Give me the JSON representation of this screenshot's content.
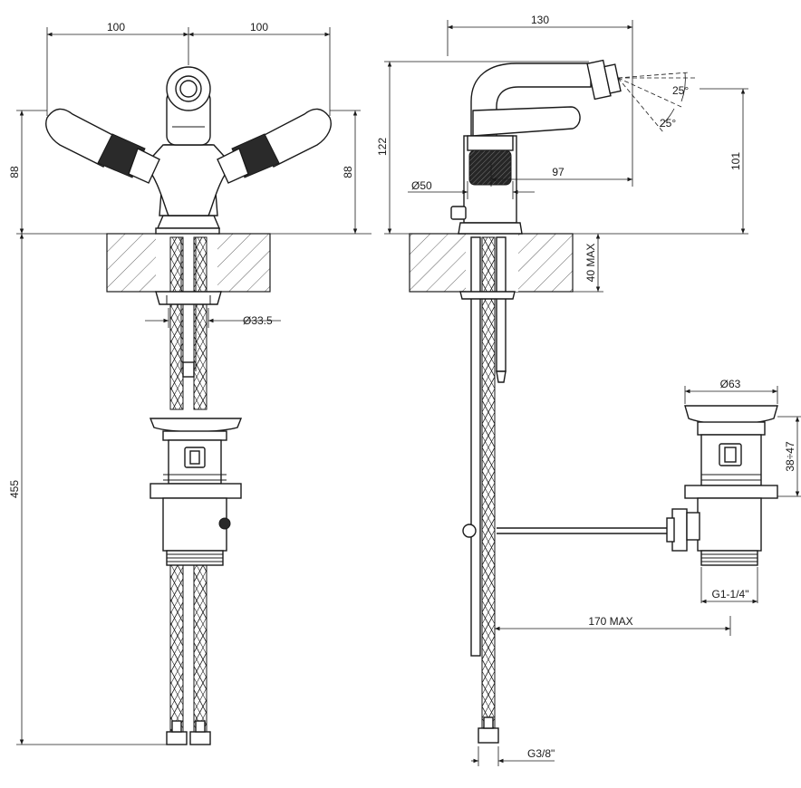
{
  "dimensions": {
    "front_left_width": "100",
    "front_right_width": "100",
    "front_left_height": "88",
    "front_right_height": "88",
    "front_total_length": "455",
    "pipe_diameter": "Ø33.5",
    "side_spout_reach": "130",
    "side_height": "122",
    "side_nozzle_height": "101",
    "side_nozzle_reach": "97",
    "side_base_diameter": "Ø50",
    "spray_angle_upper": "25°",
    "spray_angle_lower": "25°",
    "counter_thickness_max": "40 MAX",
    "waste_diameter": "Ø63",
    "waste_height_range": "38÷47",
    "waste_thread": "G1-1/4\"",
    "rod_length_max": "170 MAX",
    "hose_thread": "G3/8\""
  }
}
